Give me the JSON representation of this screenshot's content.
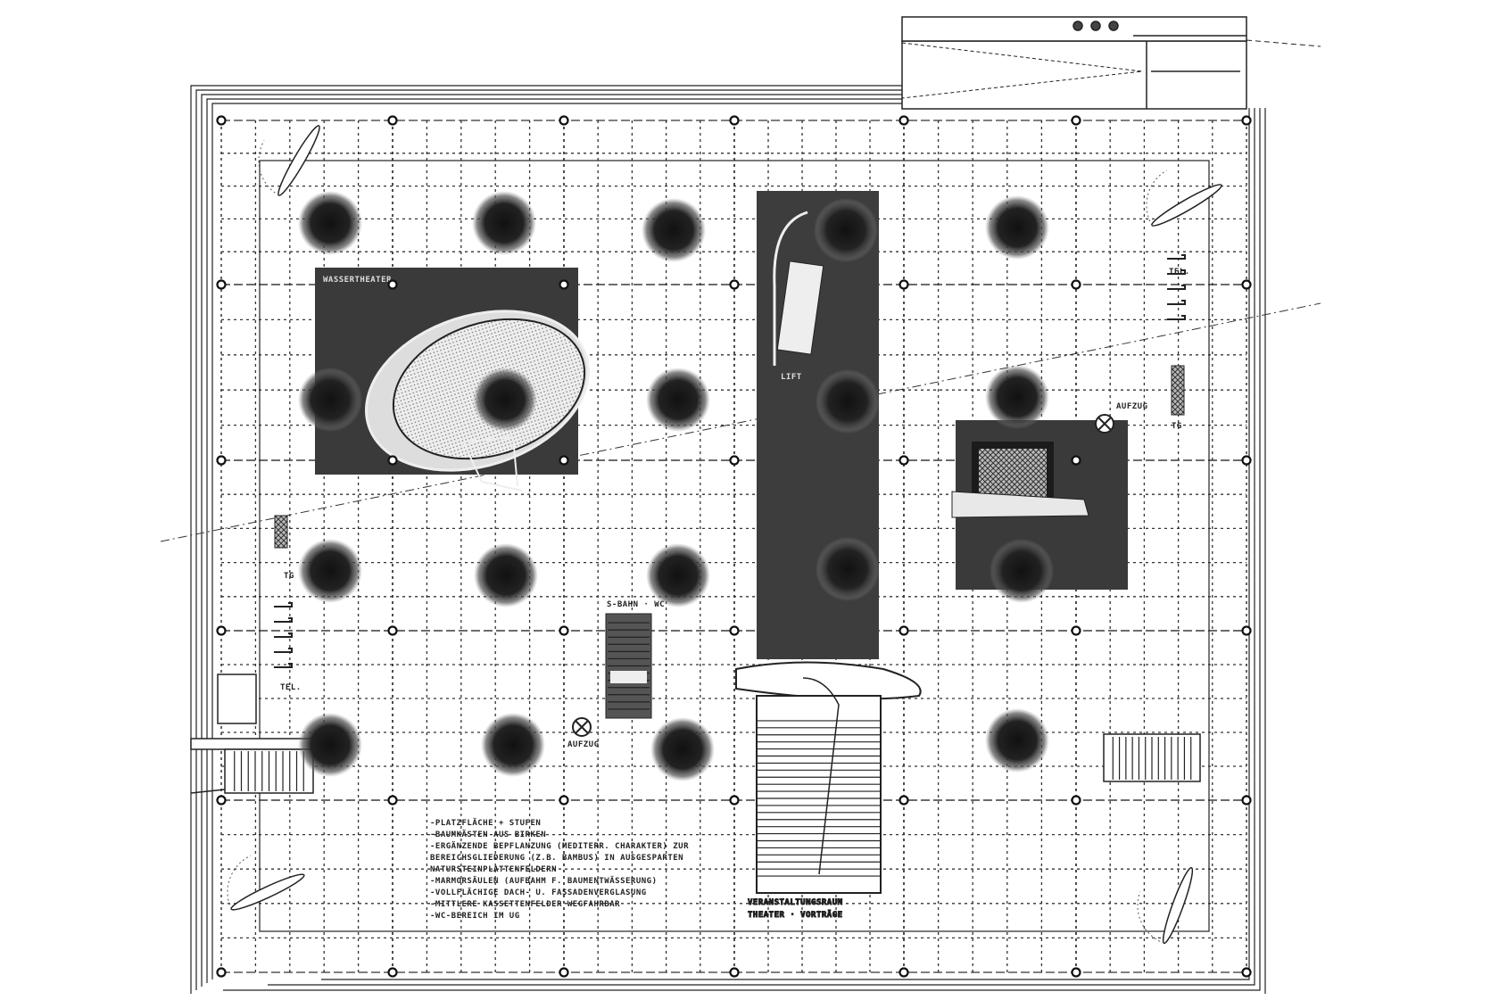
{
  "plan": {
    "labels": {
      "dark_box_left": "WASSERTHEATER",
      "aufzug_left": "AUFZUG",
      "aufzug_right": "AUFZUG",
      "sbahn_wc": "S-BAHN · WC",
      "tel_left": "TEL.",
      "tel_right": "TEL.",
      "tg_left": "TG",
      "tg_right": "TG",
      "lift": "LIFT",
      "venue_line1": "VERANSTALTUNGSRAUM",
      "venue_line2": "THEATER · VORTRÄGE"
    },
    "legend": [
      "-PLATZFLÄCHE + STUFEN",
      "-BAUMKÄSTEN AUS BIRKEN",
      "-ERGÄNZENDE BEPFLANZUNG (MEDITERR. CHARAKTER) ZUR",
      " BEREICHSGLIEDERUNG (Z.B. BAMBUS) IN AUSGESPARTEN",
      " NATURSTEINPLATTENFELDERN",
      "-MARMORSÄULEN (AUFBAHM F. BAUMENTWÄSSERUNG)",
      "-VOLLFLÄCHIGE DACH- U. FASSADENVERGLASUNG",
      "-MITTLERE KASSETTENFELDER WEGFAHRBAR",
      "-WC-BEREICH IM UG"
    ],
    "colors": {
      "ink": "#1a1a1a",
      "dark_fill": "#3a3a3a",
      "paper": "#ffffff"
    }
  }
}
